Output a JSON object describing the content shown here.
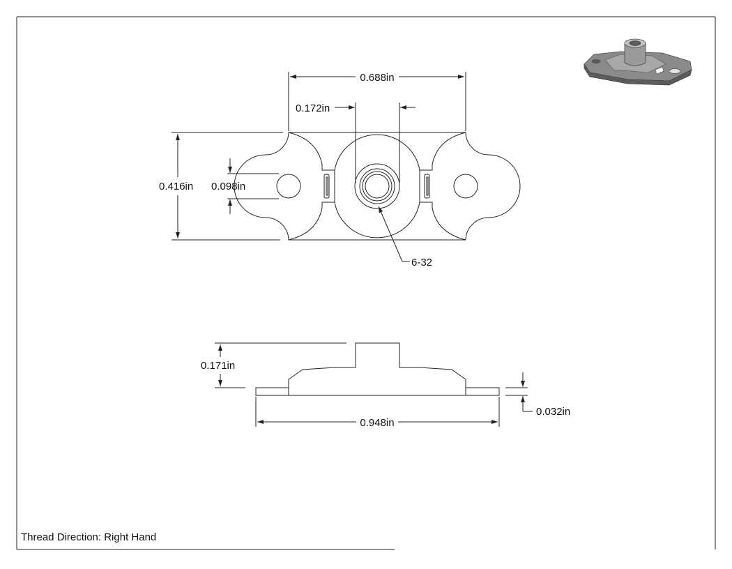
{
  "drawing": {
    "top_view": {
      "dim_overall_width": "0.688in",
      "dim_boss_width": "0.172in",
      "dim_height": "0.416in",
      "dim_hole": "0.098in",
      "thread_callout": "6-32"
    },
    "side_view": {
      "dim_total_height": "0.171in",
      "dim_overall_length": "0.948in",
      "dim_thickness": "0.032in"
    },
    "notes": {
      "thread_direction": "Thread Direction: Right Hand"
    },
    "colors": {
      "line": "#222222",
      "iso_body": "#8a8a8a",
      "iso_shadow": "#5c5c5c",
      "iso_light": "#c4c4c4"
    }
  }
}
